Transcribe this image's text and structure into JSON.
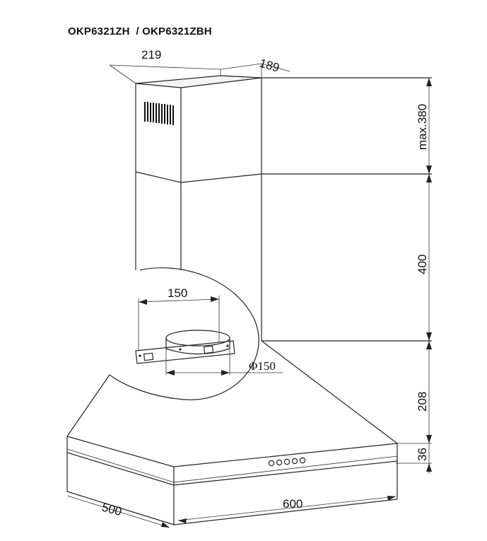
{
  "model_title": "OKP6321ZH  / OKP6321ZBH",
  "dimensions": {
    "chimney_width": "219",
    "chimney_depth": "189",
    "upper_chimney_height": "max.380",
    "lower_chimney_height": "400",
    "canopy_height": "208",
    "base_height": "36",
    "hood_width": "600",
    "hood_depth": "500",
    "flange_width": "150",
    "flange_diameter": "Φ150"
  }
}
